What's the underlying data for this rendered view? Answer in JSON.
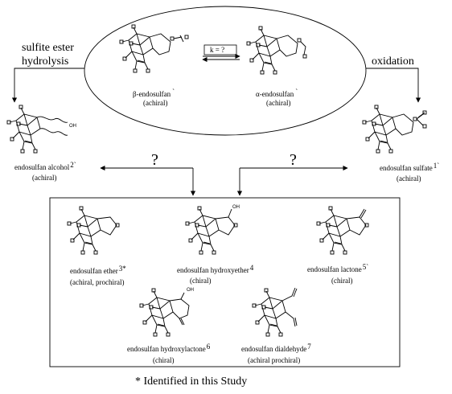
{
  "process_labels": {
    "hydrolysis_line1": "sulfite ester",
    "hydrolysis_line2": "hydrolysis",
    "oxidation": "oxidation"
  },
  "equilibrium": {
    "label": "k = ?"
  },
  "question_marks": [
    "?",
    "?"
  ],
  "compounds": {
    "beta": {
      "name": "β-endosulfan",
      "marker": "`",
      "note": "(achiral)"
    },
    "alpha": {
      "name": "α-endosulfan",
      "marker": "`",
      "note": "(achiral)"
    },
    "alcohol": {
      "name": "endosulfan alcohol",
      "marker": "2`",
      "note": "(achiral)",
      "atom": "OH"
    },
    "sulfate": {
      "name": "endosulfan sulfate",
      "marker": "1`",
      "note": "(achiral)"
    },
    "ether": {
      "name": "endosulfan ether",
      "marker": "3*",
      "note": "(achiral, prochiral)"
    },
    "hydroxyether": {
      "name": "endosulfan hydroxyether",
      "marker": "4",
      "note": "(chiral)",
      "atom": "OH"
    },
    "lactone": {
      "name": "endosulfan lactone",
      "marker": "5`",
      "note": "(chiral)"
    },
    "hydroxylactone": {
      "name": "endosulfan hydroxylactone",
      "marker": "6",
      "note": "(chiral)",
      "atom": "OH"
    },
    "dialdehyde": {
      "name": "endosulfan dialdehyde",
      "marker": "7",
      "note": "(achiral prochiral)"
    }
  },
  "footnote": "* Identified in this Study"
}
